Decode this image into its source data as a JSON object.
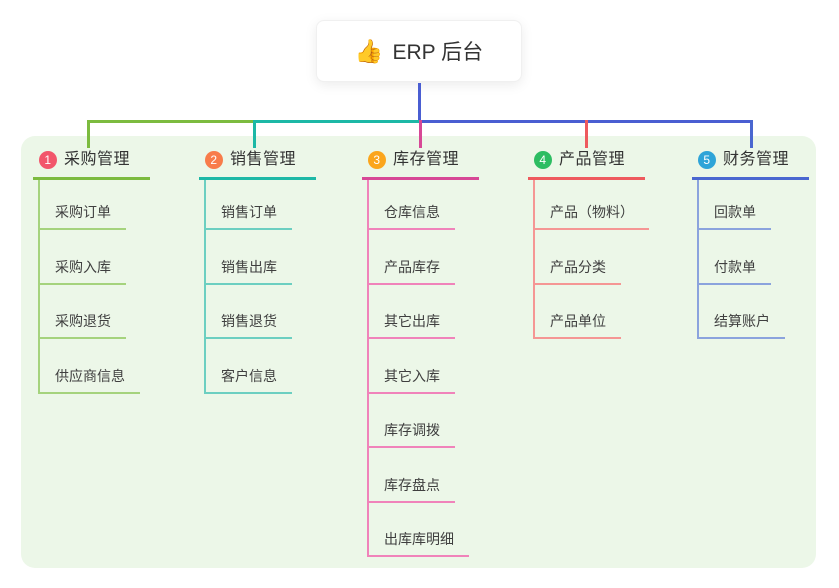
{
  "root": {
    "emoji": "👍",
    "label": "ERP 后台"
  },
  "connectors": {
    "root_line_color": "#4a5ed2",
    "bus_colors": [
      "#7cbb3f",
      "#1db8a6",
      "#4a5ed2"
    ]
  },
  "panel": {
    "background": "#ecf7e8"
  },
  "branches": [
    {
      "number": "1",
      "label": "采购管理",
      "badge_color": "#f2566b",
      "line_color": "#7cbb3f",
      "child_line_color": "#a5d37d",
      "children": [
        "采购订单",
        "采购入库",
        "采购退货",
        "供应商信息"
      ]
    },
    {
      "number": "2",
      "label": "销售管理",
      "badge_color": "#f87c4a",
      "line_color": "#1db8a6",
      "child_line_color": "#6ccfc1",
      "children": [
        "销售订单",
        "销售出库",
        "销售退货",
        "客户信息"
      ]
    },
    {
      "number": "3",
      "label": "库存管理",
      "badge_color": "#fba51c",
      "line_color": "#d74896",
      "child_line_color": "#f083ba",
      "children": [
        "仓库信息",
        "产品库存",
        "其它出库",
        "其它入库",
        "库存调拨",
        "库存盘点",
        "出库库明细"
      ]
    },
    {
      "number": "4",
      "label": "产品管理",
      "badge_color": "#2dbd62",
      "line_color": "#ee5a5e",
      "child_line_color": "#f59694",
      "children": [
        "产品（物料）",
        "产品分类",
        "产品单位"
      ]
    },
    {
      "number": "5",
      "label": "财务管理",
      "badge_color": "#2ea4d8",
      "line_color": "#4a67d0",
      "child_line_color": "#8ba3dd",
      "children": [
        "回款单",
        "付款单",
        "结算账户"
      ]
    }
  ]
}
